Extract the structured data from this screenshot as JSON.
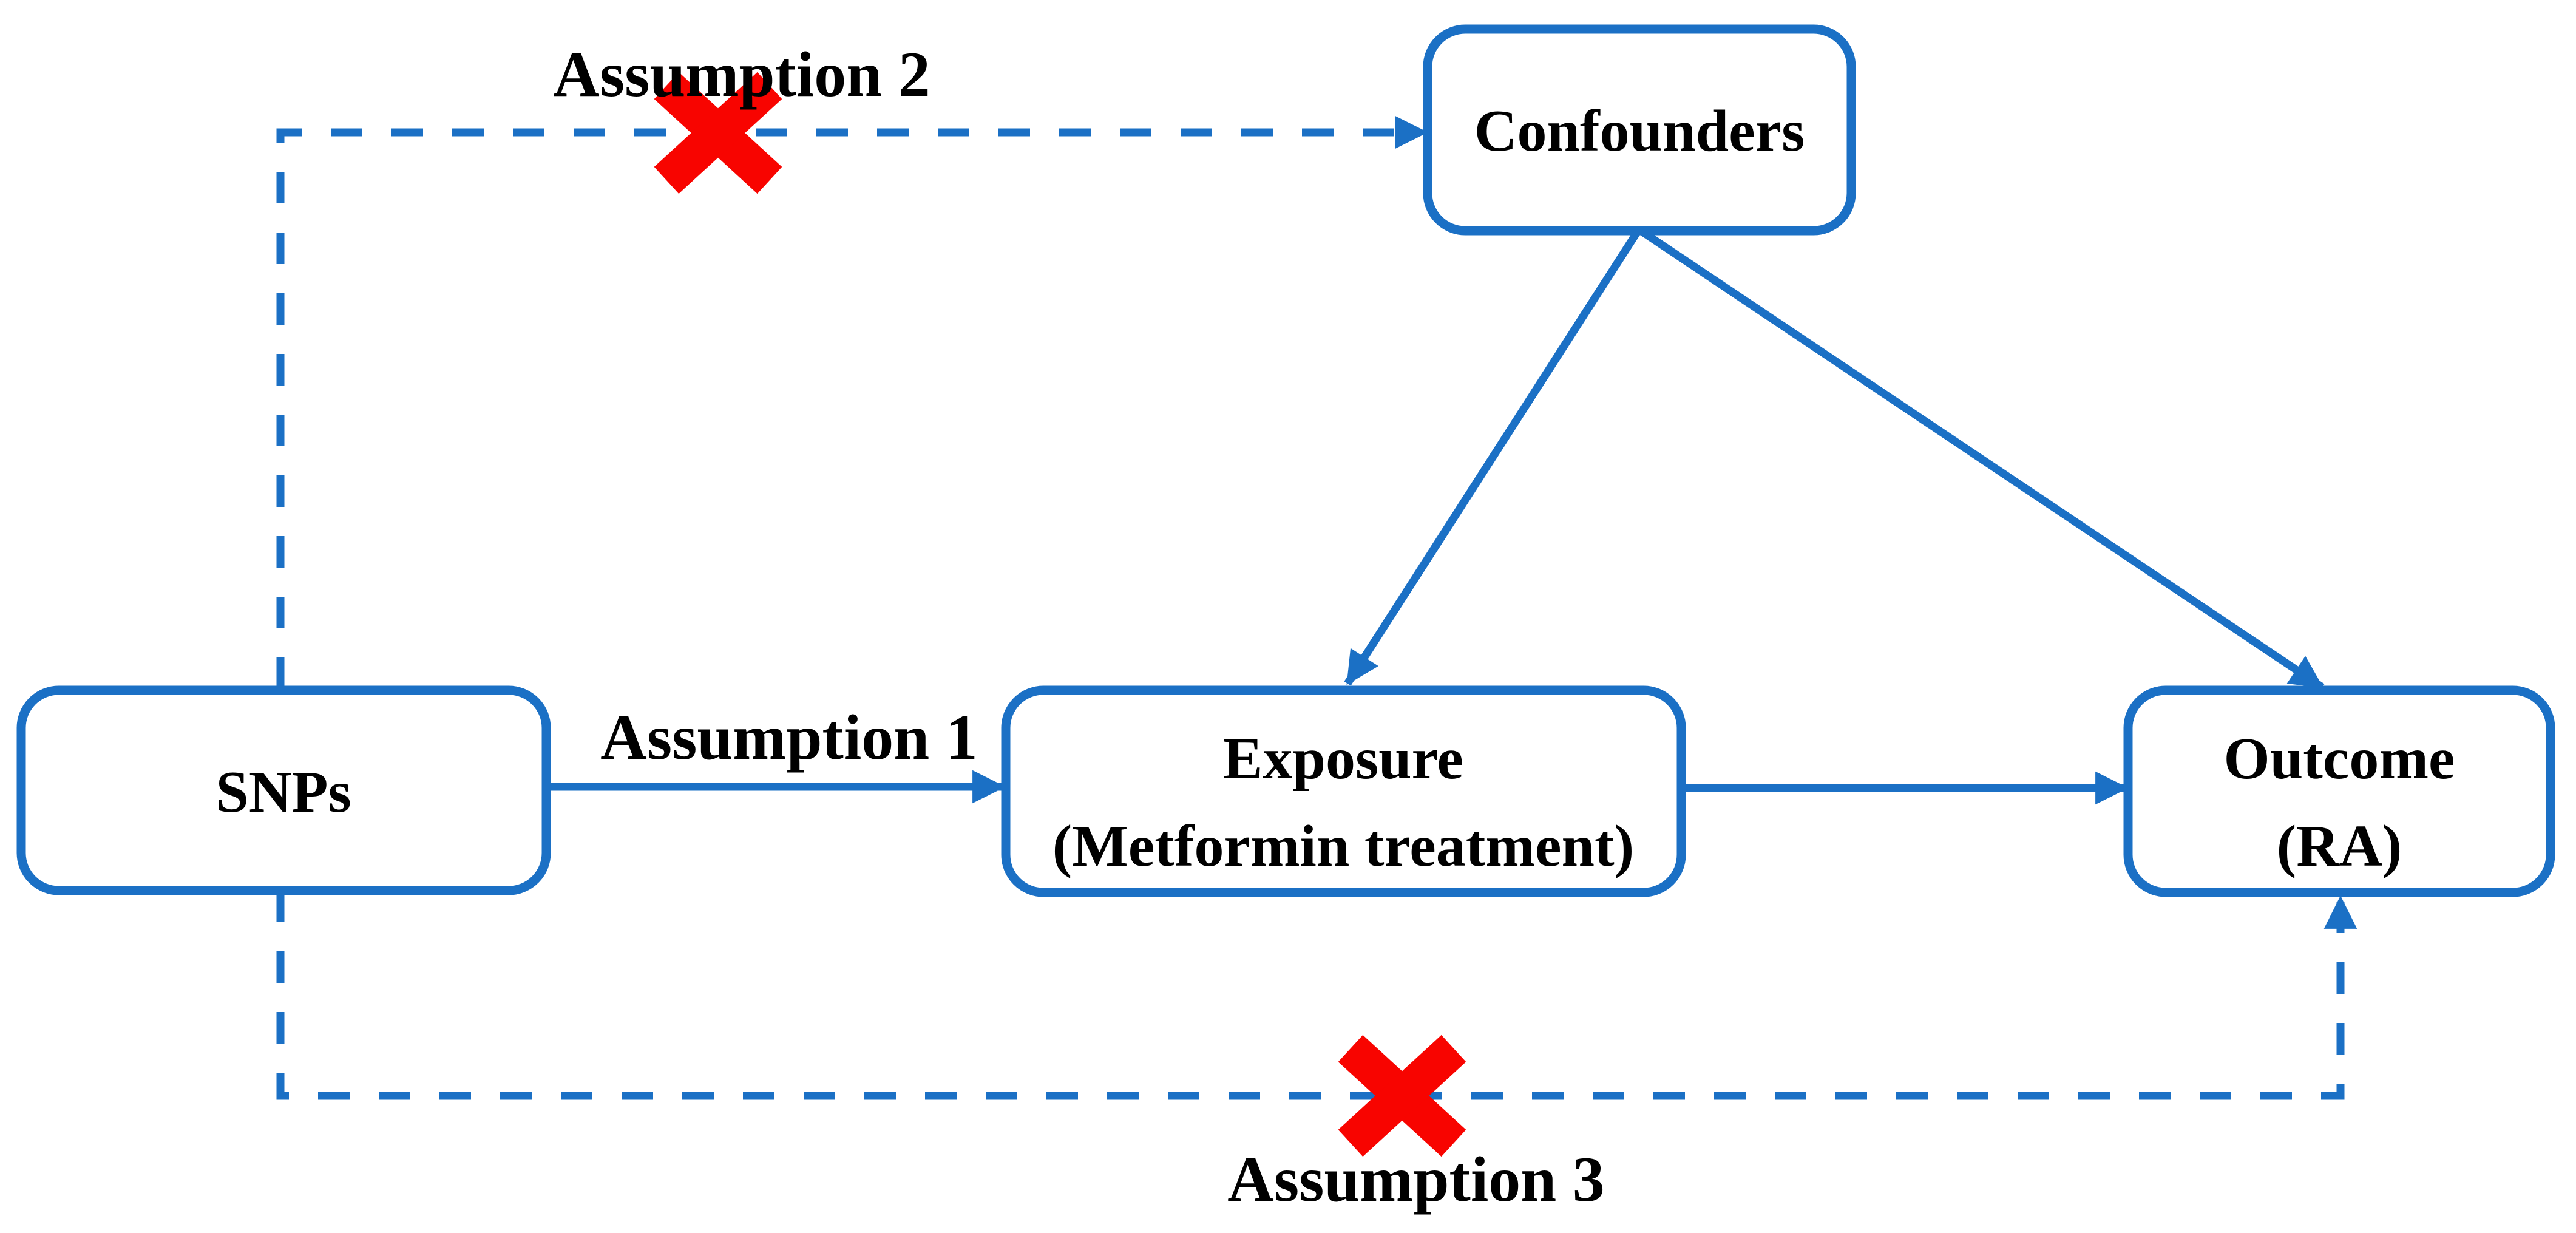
{
  "figure": {
    "type": "mendelian-randomization-dag",
    "background": "#ffffff",
    "colors": {
      "edge_blue": "#1B70C5",
      "cross_red": "#F80400",
      "text_black": "#000000",
      "node_fill": "#ffffff"
    },
    "nodes": {
      "snps": {
        "label": "SNPs"
      },
      "confounders": {
        "label": "Confounders"
      },
      "exposure": {
        "line1": "Exposure",
        "line2": "(Metformin treatment)"
      },
      "outcome": {
        "line1": "Outcome",
        "line2": "(RA)"
      }
    },
    "assumptions": {
      "assumption1": {
        "label": "Assumption 1",
        "crossed_out": false
      },
      "assumption2": {
        "label": "Assumption 2",
        "crossed_out": true
      },
      "assumption3": {
        "label": "Assumption 3",
        "crossed_out": true
      }
    },
    "edges": [
      {
        "from": "snps",
        "to": "exposure",
        "style": "solid",
        "label": "Assumption 1",
        "crossed_out": false
      },
      {
        "from": "snps",
        "to": "confounders",
        "style": "dashed",
        "label": "Assumption 2",
        "crossed_out": true
      },
      {
        "from": "snps",
        "to": "outcome",
        "style": "dashed",
        "label": "Assumption 3",
        "crossed_out": true
      },
      {
        "from": "confounders",
        "to": "exposure",
        "style": "solid",
        "label": "",
        "crossed_out": false
      },
      {
        "from": "confounders",
        "to": "outcome",
        "style": "solid",
        "label": "",
        "crossed_out": false
      },
      {
        "from": "exposure",
        "to": "outcome",
        "style": "solid",
        "label": "",
        "crossed_out": false
      }
    ]
  }
}
